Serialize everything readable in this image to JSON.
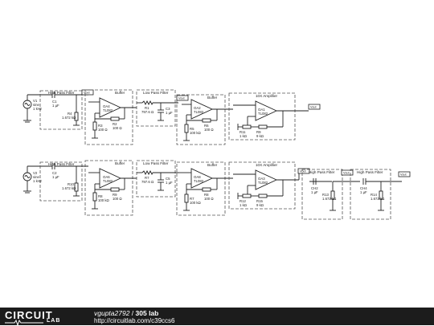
{
  "footer": {
    "logo_top": "CIRCUIT",
    "logo_bottom": "LAB",
    "author": "vgupta2792",
    "separator": " / ",
    "project": "305 lab",
    "url": "http://circuitlab.com/c39ccs6"
  },
  "labels": {
    "hpf": "High Pass Filter",
    "buffer": "Buffer",
    "lpf": "Low Pass Filter",
    "amp": "10X Amplifier",
    "opamp_model": "TL082",
    "vout": "Vout",
    "sine": "sine",
    "freq": "1 kHz"
  },
  "rows": [
    {
      "source": "V1",
      "c_hpf": "C1",
      "c_hpf_val": "1 µF",
      "r_hpf": "R4",
      "r_hpf_val": "1.672 kΩ",
      "buf1": "OA4",
      "rb1a": "R3",
      "rb1a_val": "100 Ω",
      "rb1b": "R2",
      "rb1b_val": "100 Ω",
      "r_lpf": "R1",
      "r_lpf_val": "797.6 Ω",
      "c_lpf": "C3",
      "c_lpf_val": "1 µF",
      "buf2": "OA2",
      "rb2a": "R5",
      "rb2a_val": "100 kΩ",
      "rb2b": "R6",
      "rb2b_val": "100 Ω",
      "amp": "OA1",
      "ra": "R11",
      "ra_val": "1 kΩ",
      "rf": "R9",
      "rf_val": "9 kΩ"
    },
    {
      "source": "V2",
      "c_hpf": "C2",
      "c_hpf_val": "1 µF",
      "r_hpf": "R10",
      "r_hpf_val": "1.672 kΩ",
      "buf1": "OA6",
      "rb1a": "R8",
      "rb1a_val": "100 kΩ",
      "rb1b": "R9",
      "rb1b_val": "100 Ω",
      "r_lpf": "R7",
      "r_lpf_val": "797.6 Ω",
      "c_lpf": "C5",
      "c_lpf_val": "1 µF",
      "buf2": "OA8",
      "rb2a": "R7",
      "rb2a_val": "100 kΩ",
      "rb2b": "R8",
      "rb2b_val": "100 Ω",
      "amp": "OA3",
      "ra": "R12",
      "ra_val": "1 kΩ",
      "rf": "R15",
      "rf_val": "9 kΩ",
      "c_hpf2": "CH2",
      "c_hpf2_val": "1 µF",
      "r_hpf2": "R13",
      "r_hpf2_val": "1.672 kΩ",
      "c_hpf3": "CH4",
      "c_hpf3_val": "1 µF",
      "r_hpf3": "R14",
      "r_hpf3_val": "1.672 kΩ"
    }
  ]
}
